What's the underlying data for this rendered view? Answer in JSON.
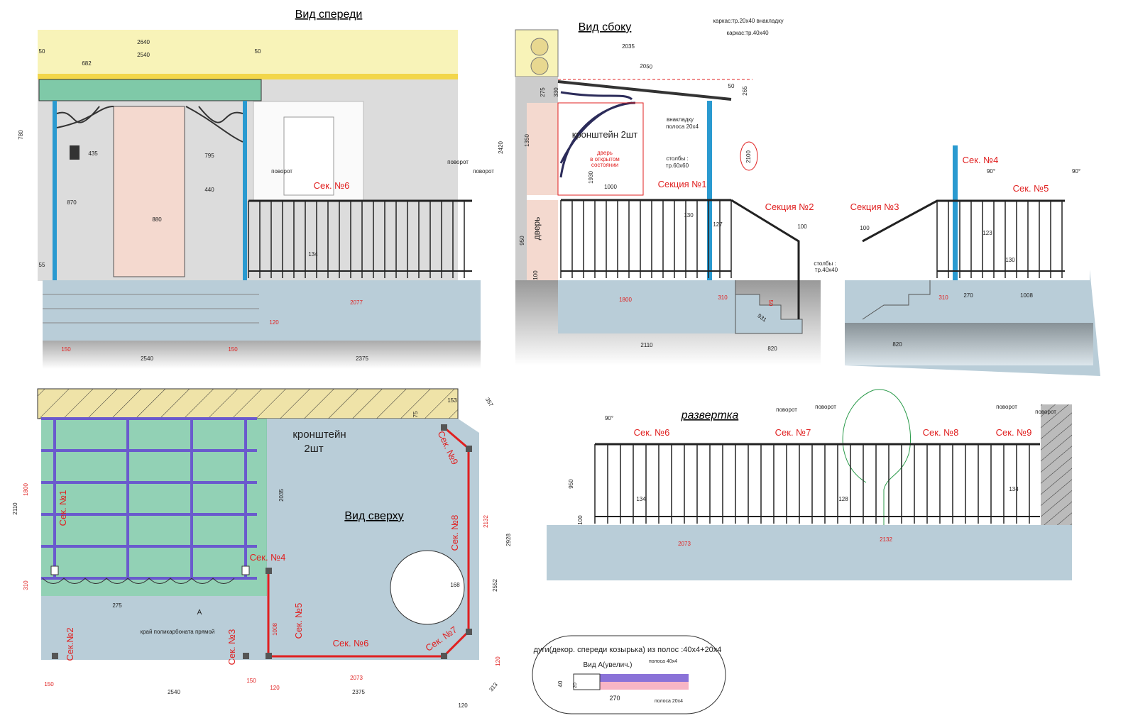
{
  "front": {
    "title": "Вид спереди",
    "labels": [
      "2640",
      "2540",
      "682",
      "50",
      "50",
      "780",
      "435",
      "795",
      "440",
      "870",
      "880",
      "134",
      "55",
      "2077",
      "120",
      "150",
      "150",
      "2540",
      "2375",
      "поворот",
      "поворот",
      "поворот",
      "Сек. №6"
    ]
  },
  "side": {
    "title": "Вид сбоку",
    "labels": [
      "каркас:тр.20x40 внакладку",
      "каркас:тр.40x40",
      "2035",
      "2050",
      "50",
      "265",
      "275",
      "330",
      "2420",
      "1350",
      "кронштейн 2шт",
      "дверь",
      "в открытом",
      "состоянии",
      "1930",
      "1000",
      "внакладку",
      "полоса 20x4",
      "столбы :",
      "тр.60x60",
      "2100",
      "Секция №1",
      "Секция №2",
      "дверь",
      "950",
      "100",
      "130",
      "127",
      "100",
      "столбы :",
      "тр.40x40",
      "1800",
      "310",
      "50",
      "931",
      "2110",
      "820"
    ]
  },
  "side_right": {
    "labels": [
      "Секция №3",
      "Сек. №4",
      "Сек. №5",
      "90°",
      "90°",
      "100",
      "123",
      "130",
      "310",
      "270",
      "1008",
      "820"
    ]
  },
  "top": {
    "title": "Вид сверху",
    "labels": [
      "кронштейн",
      "2шт",
      "2110",
      "1800",
      "310",
      "2035",
      "Сек. №1",
      "Сек.№2",
      "Сек. №3",
      "Сек. №4",
      "Сек. №5",
      "Сек. №6",
      "Сек. №7",
      "Сек. №8",
      "Сек. №9",
      "275",
      "A",
      "край поликарбоната прямой",
      "1008",
      "168",
      "2552",
      "2132",
      "2928",
      "2073",
      "2540",
      "2375",
      "150",
      "150",
      "120",
      "153",
      "357",
      "75",
      "313",
      "120",
      "120"
    ]
  },
  "unfold": {
    "title": "развертка",
    "labels": [
      "90°",
      "поворот",
      "поворот",
      "поворот",
      "поворот",
      "Сек. №6",
      "Сек. №7",
      "Сек. №8",
      "Сек. №9",
      "950",
      "100",
      "134",
      "128",
      "134",
      "2073",
      "2132"
    ]
  },
  "callout": {
    "labels": [
      "дуги(декор. спереди козырька) из полос :40x4+20x4",
      "Вид А(увелич.)",
      "полоса 40x4",
      "полоса 20x4",
      "40",
      "20",
      "270"
    ]
  },
  "colors": {
    "accent_red": "#e02020",
    "post_blue": "#2a9ad0",
    "canopy_green": "#7fc9a8",
    "ground": "#b9cdd8",
    "wall": "#dcdcdc",
    "yellow": "#f8f3b8",
    "purple": "#6a5acd"
  }
}
